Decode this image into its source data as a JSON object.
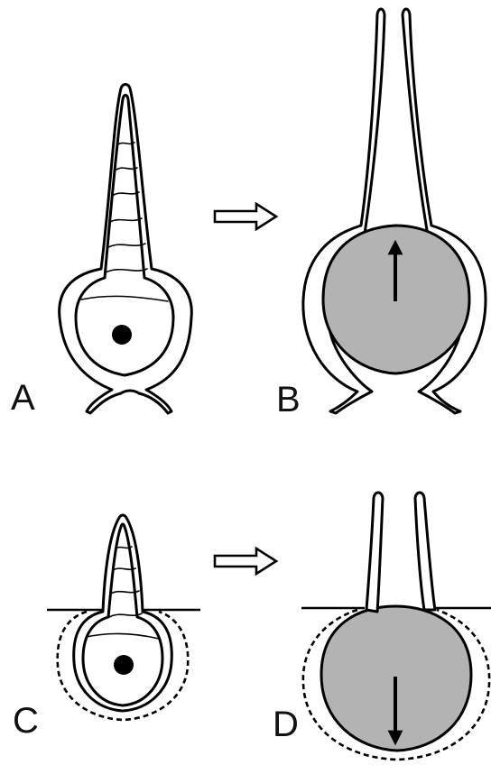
{
  "panels": {
    "a": {
      "label": "A"
    },
    "b": {
      "label": "B"
    },
    "c": {
      "label": "C"
    },
    "d": {
      "label": "D"
    }
  },
  "colors": {
    "line": "#000000",
    "enlarged_cell_fill": "#b3b3b3",
    "background": "#ffffff"
  },
  "icons": {
    "step_arrow": "hollow-right-arrow",
    "growth_direction_up": "upward-arrow",
    "growth_direction_down": "downward-arrow"
  }
}
